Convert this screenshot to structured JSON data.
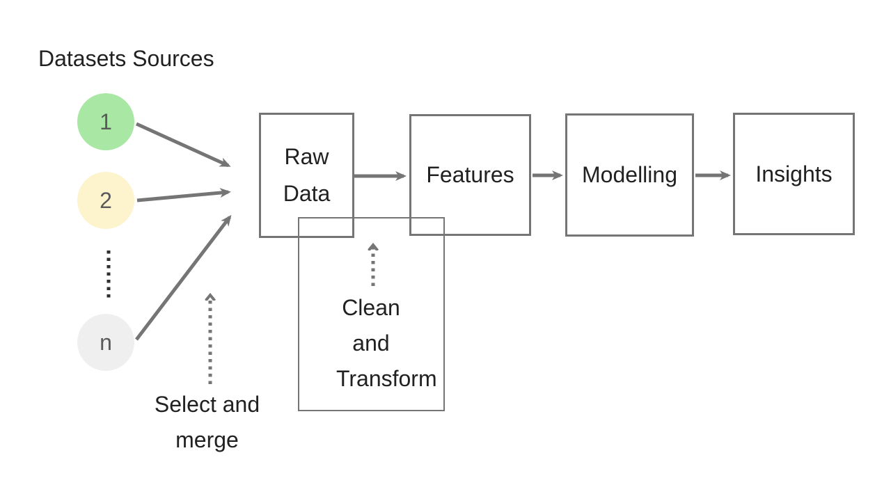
{
  "title": "Datasets Sources",
  "sources": {
    "items": [
      {
        "label": "1",
        "color": "#a9e7a4"
      },
      {
        "label": "2",
        "color": "#fdf3cd"
      },
      {
        "label": "n",
        "color": "#efefef"
      }
    ]
  },
  "stages": [
    {
      "label": "Raw Data"
    },
    {
      "label": "Features"
    },
    {
      "label": "Modelling"
    },
    {
      "label": "Insights"
    }
  ],
  "annotations": {
    "select_and_merge": "Select and merge",
    "clean_and_transform": "Clean and Transform"
  },
  "colors": {
    "arrow": "#757575",
    "box_border": "#757575",
    "text": "#212121",
    "circle_text": "#5a5a5a",
    "ellipsis": "#2f2f2f"
  }
}
